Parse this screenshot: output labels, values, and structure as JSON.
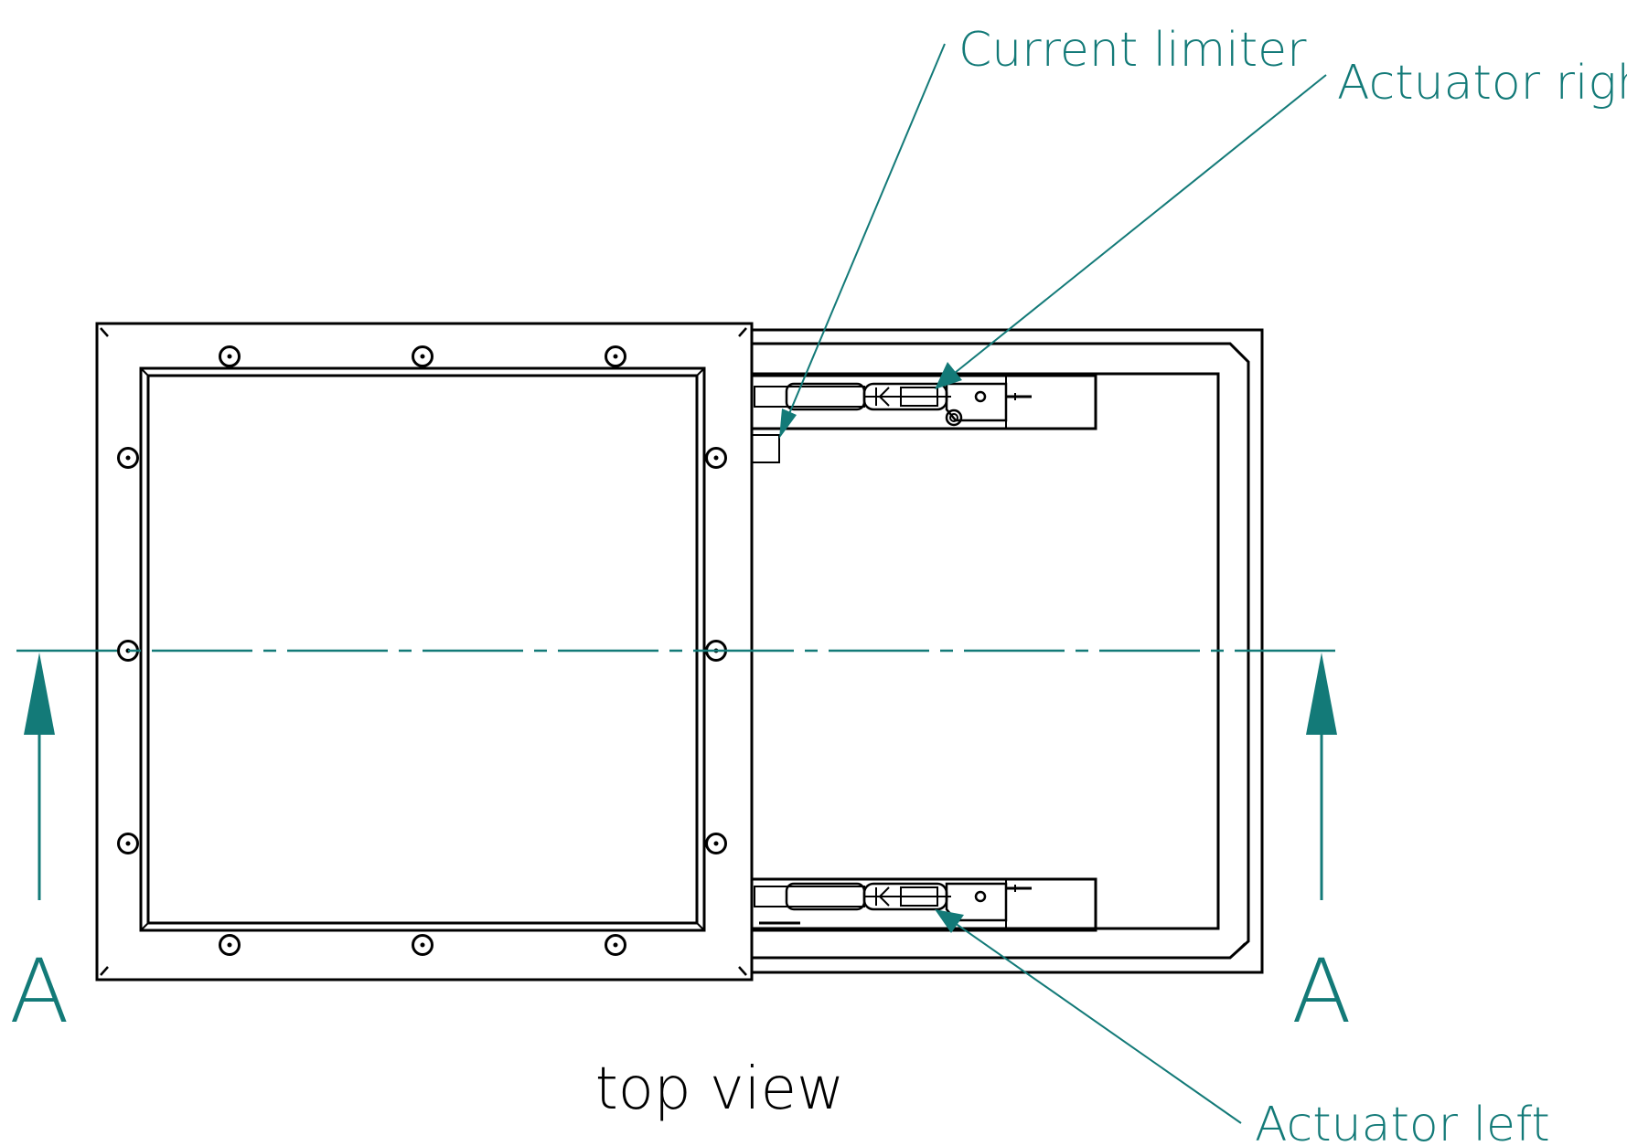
{
  "labels": {
    "current_limiter": "Current limiter",
    "actuator_right": "Actuator right",
    "actuator_left": "Actuator left",
    "section_left": "A",
    "section_right": "A",
    "view_title": "top view"
  },
  "colors": {
    "annotation": "#137a78",
    "linework": "#000000",
    "background": "#ffffff"
  }
}
